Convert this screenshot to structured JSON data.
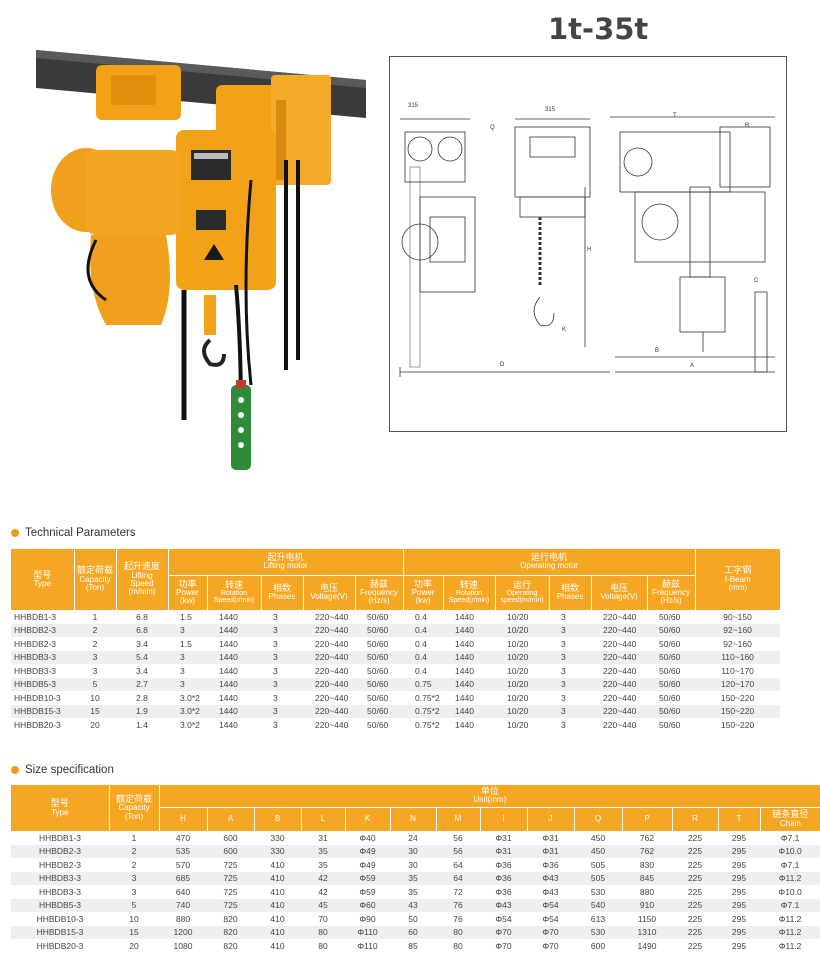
{
  "page_title": "1t-35t",
  "tech": {
    "heading": "Technical Parameters",
    "h_type_cn": "型号",
    "h_type_en": "Type",
    "h_cap_cn": "额定荷载",
    "h_cap_en1": "Capacity",
    "h_cap_en2": "(Ton)",
    "h_speed_cn": "起升速度",
    "h_speed_en1": "Lifting",
    "h_speed_en2": "Speed",
    "h_speed_en3": "(m/min)",
    "h_lift_cn": "起升电机",
    "h_lift_en": "Lifting motor",
    "h_oper_cn": "运行电机",
    "h_oper_en": "Operating motor",
    "h_beam_cn": "工字钢",
    "h_beam_en1": "I-Beam",
    "h_beam_en2": "(mm)",
    "h_power_cn": "功率",
    "h_power_en1": "Power",
    "h_power_en2": "(kw)",
    "h_rot_cn": "转速",
    "h_rot_en1": "Rotation",
    "h_rot_en2": "Speed(r/min)",
    "h_phase_cn": "相数",
    "h_phase_en": "Phases",
    "h_volt_cn": "电压",
    "h_volt_en": "Voltage(V)",
    "h_freq_cn": "赫兹",
    "h_freq_en1": "Frequency",
    "h_freq_en2": "(Hz/s)",
    "h_op_cn": "运行",
    "h_op_en1": "Operating",
    "h_op_en2": "speed(m/min)",
    "rows": [
      [
        "HHBDB1-3",
        "1",
        "6.8",
        "1.5",
        "1440",
        "3",
        "220~440",
        "50/60",
        "0.4",
        "1440",
        "10/20",
        "3",
        "220~440",
        "50/60",
        "90~150"
      ],
      [
        "HHBDB2-3",
        "2",
        "6.8",
        "3",
        "1440",
        "3",
        "220~440",
        "50/60",
        "0.4",
        "1440",
        "10/20",
        "3",
        "220~440",
        "50/60",
        "92~160"
      ],
      [
        "HHBDB2-3",
        "2",
        "3.4",
        "1.5",
        "1440",
        "3",
        "220~440",
        "50/60",
        "0.4",
        "1440",
        "10/20",
        "3",
        "220~440",
        "50/60",
        "92~160"
      ],
      [
        "HHBDB3-3",
        "3",
        "5.4",
        "3",
        "1440",
        "3",
        "220~440",
        "50/60",
        "0.4",
        "1440",
        "10/20",
        "3",
        "220~440",
        "50/60",
        "110~160"
      ],
      [
        "HHBDB3-3",
        "3",
        "3.4",
        "3",
        "1440",
        "3",
        "220~440",
        "50/60",
        "0.4",
        "1440",
        "10/20",
        "3",
        "220~440",
        "50/60",
        "110~170"
      ],
      [
        "HHBDB5-3",
        "5",
        "2.7",
        "3",
        "1440",
        "3",
        "220~440",
        "50/60",
        "0.75",
        "1440",
        "10/20",
        "3",
        "220~440",
        "50/60",
        "120~170"
      ],
      [
        "HHBDB10-3",
        "10",
        "2.8",
        "3.0*2",
        "1440",
        "3",
        "220~440",
        "50/60",
        "0.75*2",
        "1440",
        "10/20",
        "3",
        "220~440",
        "50/60",
        "150~220"
      ],
      [
        "HHBDB15-3",
        "15",
        "1.9",
        "3.0*2",
        "1440",
        "3",
        "220~440",
        "50/60",
        "0.75*2",
        "1440",
        "10/20",
        "3",
        "220~440",
        "50/60",
        "150~220"
      ],
      [
        "HHBDB20-3",
        "20",
        "1.4",
        "3.0*2",
        "1440",
        "3",
        "220~440",
        "50/60",
        "0.75*2",
        "1440",
        "10/20",
        "3",
        "220~440",
        "50/60",
        "150~220"
      ]
    ]
  },
  "size": {
    "heading": "Size specification",
    "h_type_cn": "型号",
    "h_type_en": "Type",
    "h_cap_cn": "额定荷载",
    "h_cap_en1": "Capacity",
    "h_cap_en2": "(Ton)",
    "h_unit_cn": "单位",
    "h_unit_en": "Unit(mm)",
    "cols": [
      "H",
      "A",
      "B",
      "L",
      "K",
      "N",
      "M",
      "I",
      "J",
      "Q",
      "P",
      "R",
      "T"
    ],
    "h_chain_cn": "链条直径",
    "h_chain_en": "Chain",
    "rows": [
      [
        "HHBDB1-3",
        "1",
        "470",
        "600",
        "330",
        "31",
        "Φ40",
        "24",
        "56",
        "Φ31",
        "Φ31",
        "450",
        "762",
        "225",
        "295",
        "Φ7.1"
      ],
      [
        "HHBDB2-3",
        "2",
        "535",
        "600",
        "330",
        "35",
        "Φ49",
        "30",
        "56",
        "Φ31",
        "Φ31",
        "450",
        "762",
        "225",
        "295",
        "Φ10.0"
      ],
      [
        "HHBDB2-3",
        "2",
        "570",
        "725",
        "410",
        "35",
        "Φ49",
        "30",
        "64",
        "Φ36",
        "Φ36",
        "505",
        "830",
        "225",
        "295",
        "Φ7.1"
      ],
      [
        "HHBDB3-3",
        "3",
        "685",
        "725",
        "410",
        "42",
        "Φ59",
        "35",
        "64",
        "Φ36",
        "Φ43",
        "505",
        "845",
        "225",
        "295",
        "Φ11.2"
      ],
      [
        "HHBDB3-3",
        "3",
        "640",
        "725",
        "410",
        "42",
        "Φ59",
        "35",
        "72",
        "Φ36",
        "Φ43",
        "530",
        "880",
        "225",
        "295",
        "Φ10.0"
      ],
      [
        "HHBDB5-3",
        "5",
        "740",
        "725",
        "410",
        "45",
        "Φ60",
        "43",
        "76",
        "Φ43",
        "Φ54",
        "540",
        "910",
        "225",
        "295",
        "Φ7.1"
      ],
      [
        "HHBDB10-3",
        "10",
        "880",
        "820",
        "410",
        "70",
        "Φ90",
        "50",
        "76",
        "Φ54",
        "Φ54",
        "613",
        "1150",
        "225",
        "295",
        "Φ11.2"
      ],
      [
        "HHBDB15-3",
        "15",
        "1200",
        "820",
        "410",
        "80",
        "Φ110",
        "60",
        "80",
        "Φ70",
        "Φ70",
        "530",
        "1310",
        "225",
        "295",
        "Φ11.2"
      ],
      [
        "HHBDB20-3",
        "20",
        "1080",
        "820",
        "410",
        "80",
        "Φ110",
        "85",
        "80",
        "Φ70",
        "Φ70",
        "600",
        "1490",
        "225",
        "295",
        "Φ11.2"
      ]
    ]
  },
  "drawing_labels": [
    "315",
    "Q",
    "315",
    "T",
    "R",
    "H",
    "D",
    "K",
    "B",
    "A",
    "C"
  ],
  "colors": {
    "accent": "#f5a623",
    "hoist": "#f2a218",
    "pendant": "#2e8b3a"
  }
}
